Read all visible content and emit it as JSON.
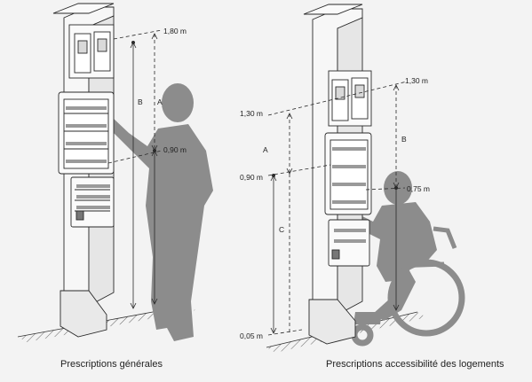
{
  "left": {
    "caption": "Prescriptions générales",
    "heights": {
      "top": "1,80 m",
      "middle": "0,90 m"
    },
    "dims": {
      "a": "A",
      "b": "B"
    }
  },
  "right": {
    "caption": "Prescriptions accessibilité des logements",
    "heights": {
      "top": "1,30 m",
      "upper_left": "1,30 m",
      "lower_left": "0,90 m",
      "middle": "0,75 m",
      "ground": "0,05 m"
    },
    "dims": {
      "a": "A",
      "b": "B",
      "c": "C"
    }
  },
  "colors": {
    "silhouette": "#8c8c8c",
    "line": "#2a2a2a",
    "panel": "#f7f7f7",
    "background": "#f3f3f3"
  }
}
